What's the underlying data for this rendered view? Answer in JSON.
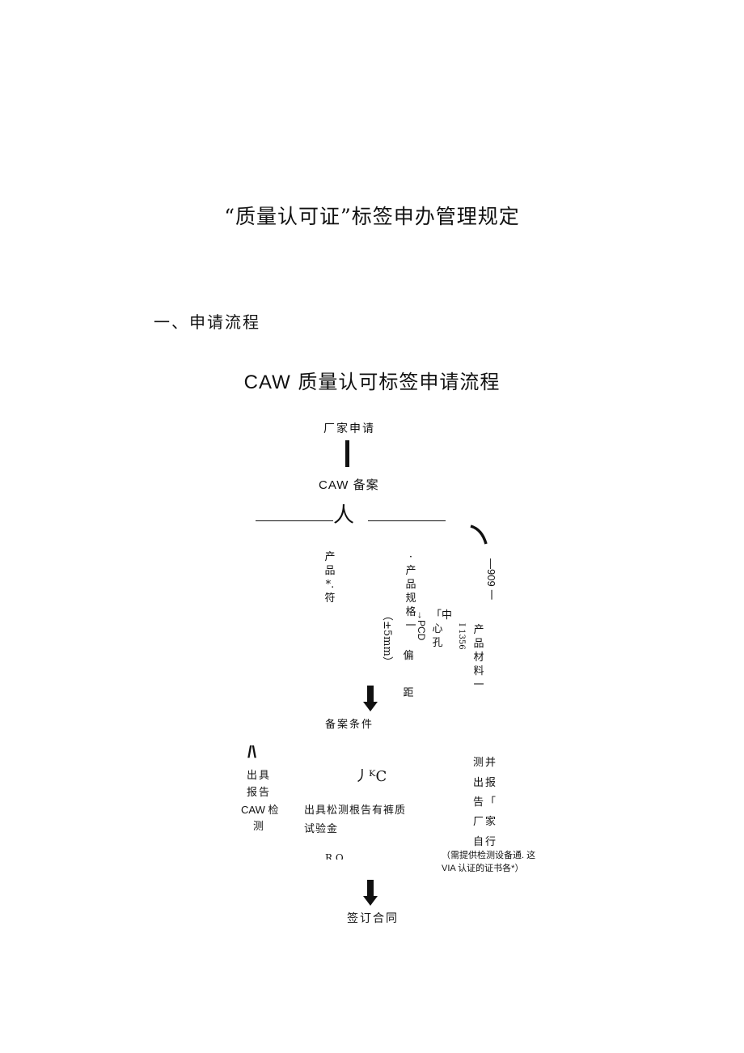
{
  "doc": {
    "title": "“质量认可证”标签申办管理规定",
    "section_heading": "一、申请流程",
    "flow_title_latin": "CAW",
    "flow_title_rest": " 质量认可标签申请流程"
  },
  "flow": {
    "step1": "厂家申请",
    "step2": "CAW 备案",
    "branch_mark": "人",
    "branches": {
      "col1": "产品*.符",
      "col2": "·产品规格一",
      "col2_rot": "（±5mm）",
      "col3_rot": "→PCD",
      "col3": "偏距",
      "col4": "「中心孔",
      "col5_rot": "I 1356",
      "col6": "产品材料一",
      "col7_rot": "—909 一"
    },
    "step3": "备案条件",
    "conditions": {
      "left_mark": "/\\",
      "left": [
        "出具",
        "报告",
        "CAW 检",
        "测"
      ],
      "mid_mark": "丿ᴷC",
      "mid_lines": [
        "出具松测根告有裤质",
        "试验金"
      ],
      "mid_frag": "R O",
      "right": [
        "测并",
        "出报",
        "告「",
        "厂家",
        "自行"
      ],
      "note_line1": "（需提供检测设备通. 这",
      "note_line2": "VIA 认证的证书各*）"
    },
    "step4": "签订合同"
  }
}
